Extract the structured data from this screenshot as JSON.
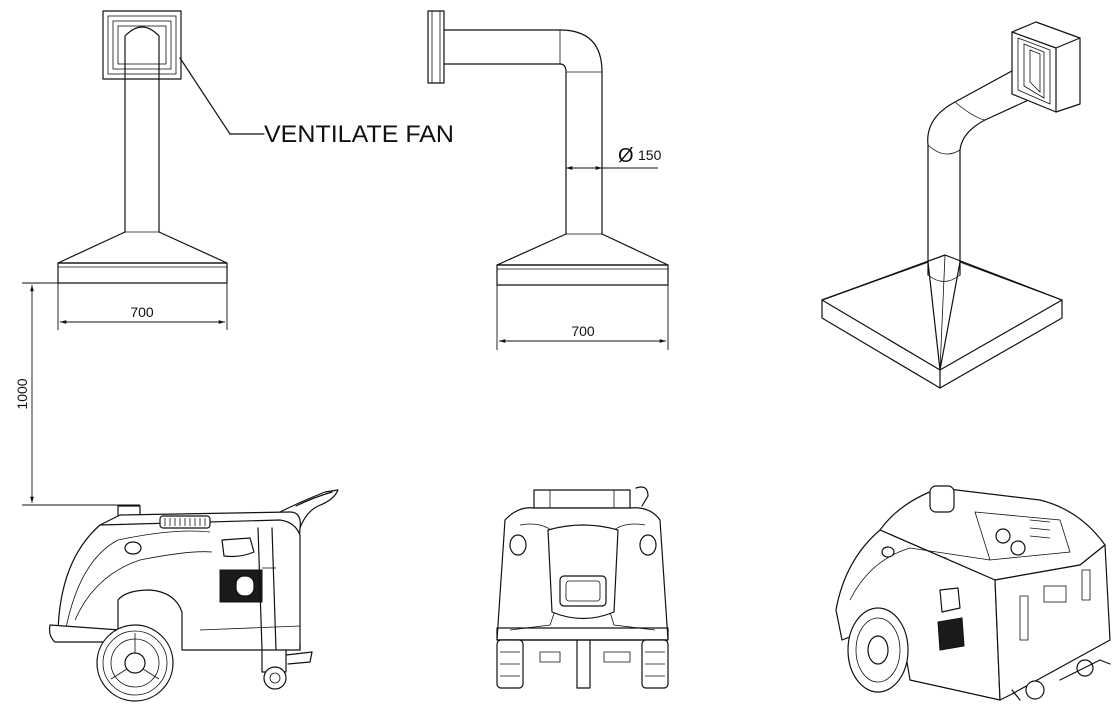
{
  "labels": {
    "fan": "VENTILATE FAN",
    "width_front": "700",
    "width_side": "700",
    "height": "1000",
    "diameter": "150",
    "diameter_symbol": "Ø"
  }
}
